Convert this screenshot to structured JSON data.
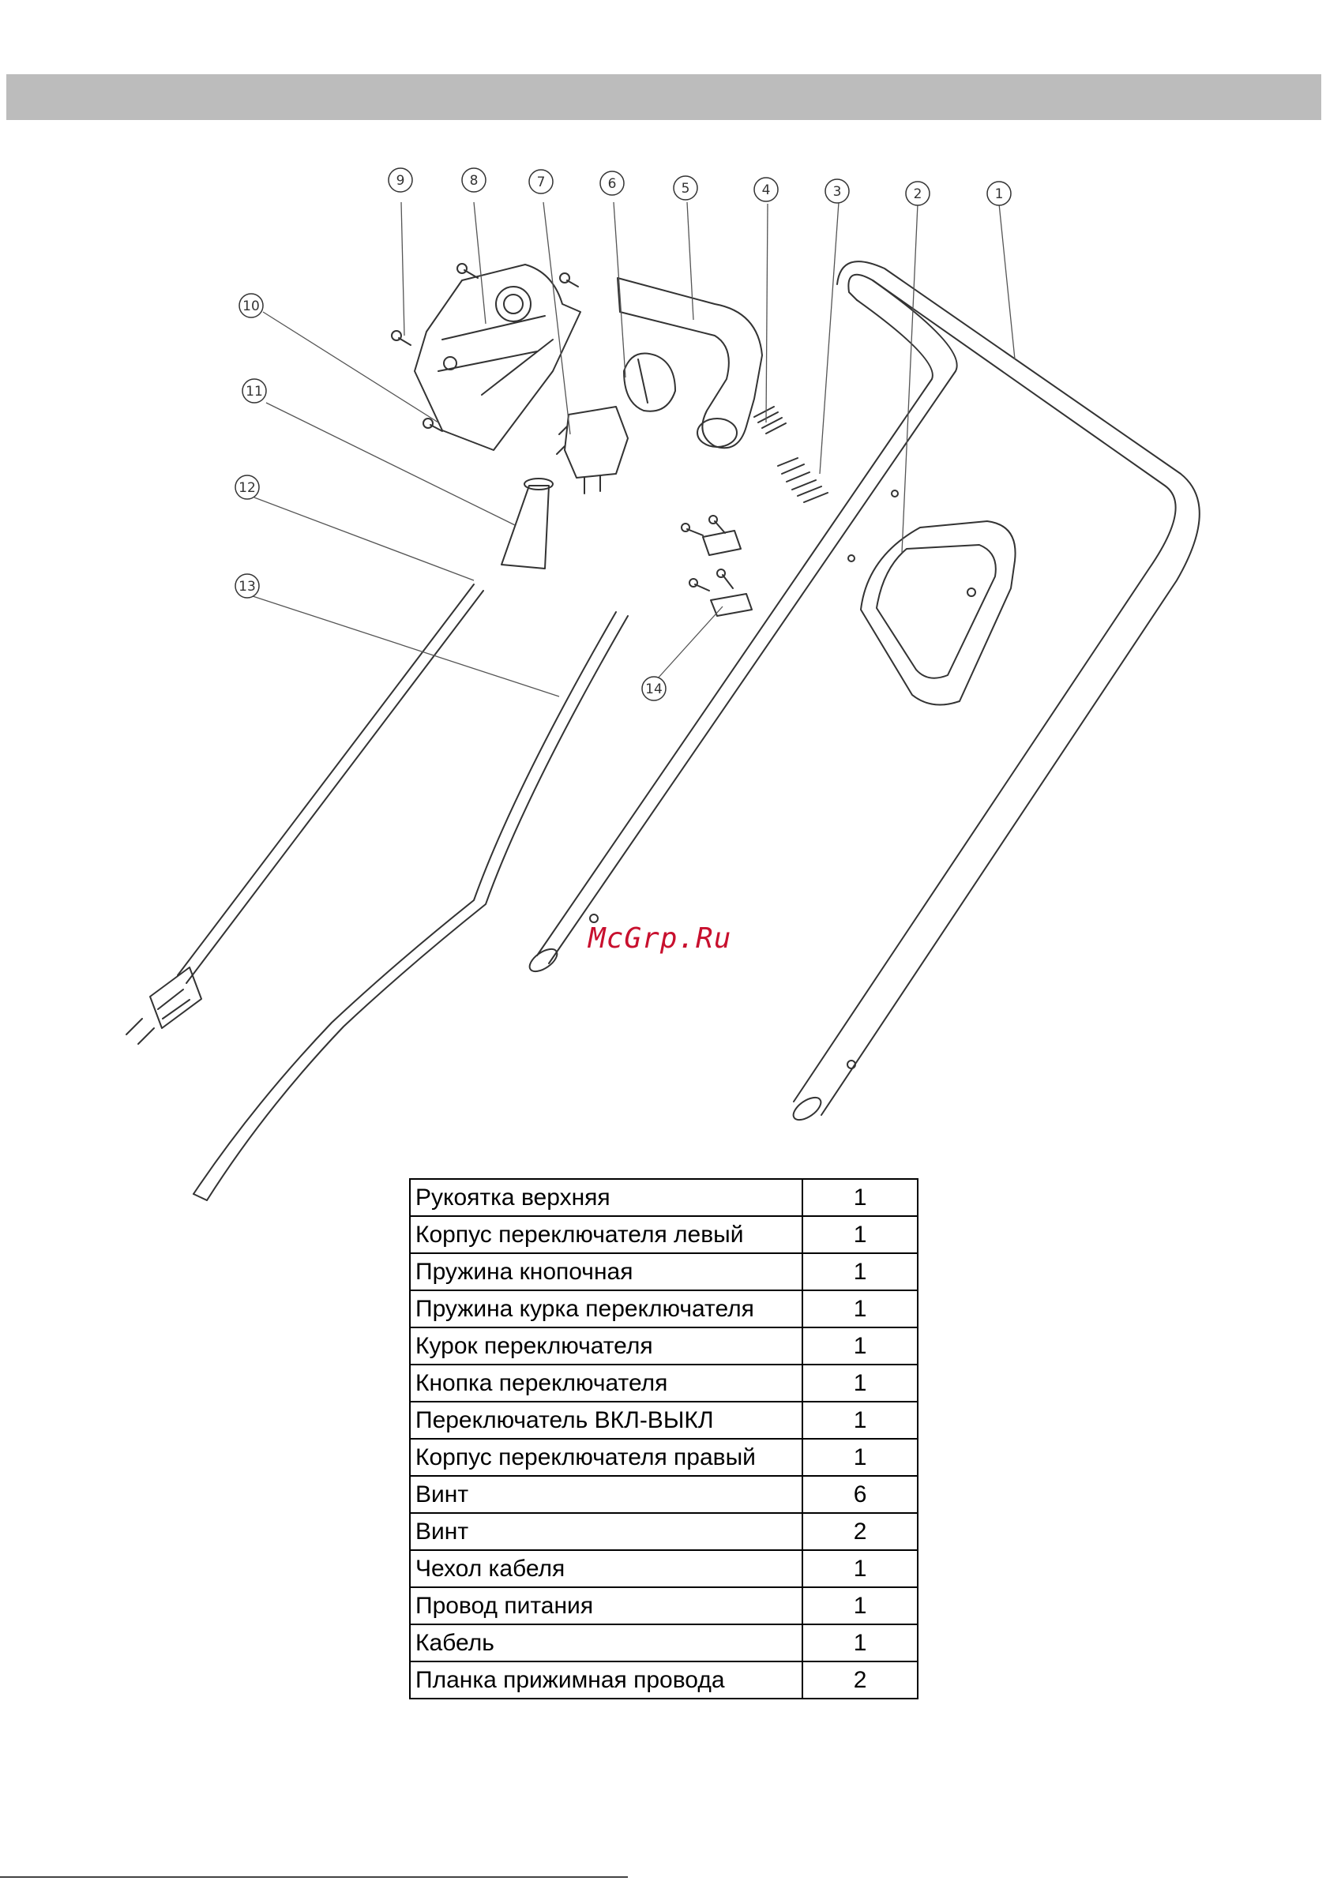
{
  "watermark": "McGrp.Ru",
  "callouts": [
    "1",
    "2",
    "3",
    "4",
    "5",
    "6",
    "7",
    "8",
    "9",
    "10",
    "11",
    "12",
    "13",
    "14"
  ],
  "parts": [
    {
      "name": "Рукоятка верхняя",
      "qty": "1"
    },
    {
      "name": "Корпус переключателя левый",
      "qty": "1"
    },
    {
      "name": "Пружина кнопочная",
      "qty": "1"
    },
    {
      "name": "Пружина курка переключателя",
      "qty": "1"
    },
    {
      "name": "Курок переключателя",
      "qty": "1"
    },
    {
      "name": "Кнопка переключателя",
      "qty": "1"
    },
    {
      "name": "Переключатель ВКЛ-ВЫКЛ",
      "qty": "1"
    },
    {
      "name": "Корпус переключателя правый",
      "qty": "1"
    },
    {
      "name": "Винт",
      "qty": "6"
    },
    {
      "name": "Винт",
      "qty": "2"
    },
    {
      "name": "Чехол кабеля",
      "qty": "1"
    },
    {
      "name": "Провод питания",
      "qty": "1"
    },
    {
      "name": "Кабель",
      "qty": "1"
    },
    {
      "name": "Планка прижимная провода",
      "qty": "2"
    }
  ]
}
